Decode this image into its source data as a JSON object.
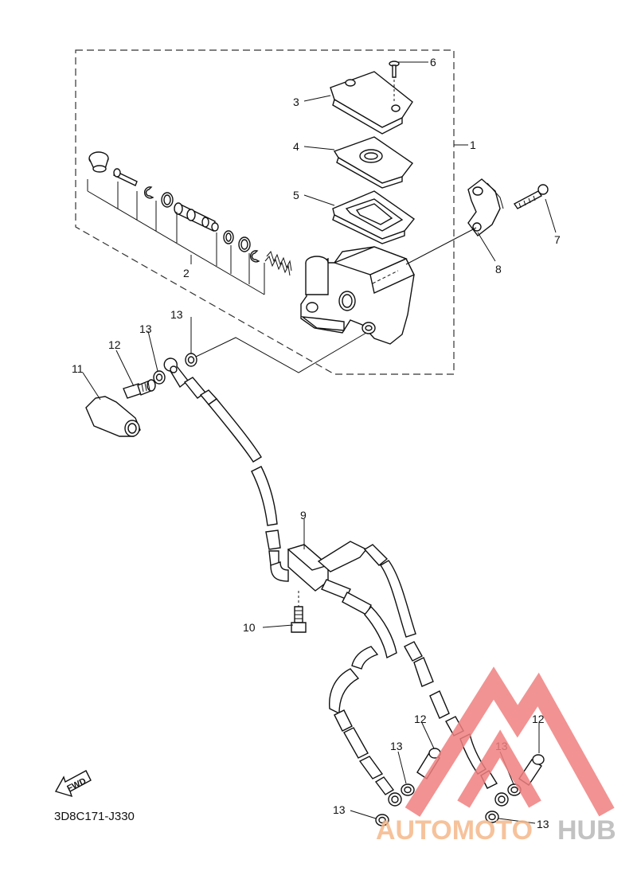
{
  "callouts": {
    "c1": "1",
    "c2": "2",
    "c3": "3",
    "c4": "4",
    "c5": "5",
    "c6": "6",
    "c7": "7",
    "c8": "8",
    "c9": "9",
    "c10": "10",
    "c11": "11",
    "c12a": "12",
    "c12b": "12",
    "c12c": "12",
    "c13a": "13",
    "c13b": "13",
    "c13c": "13",
    "c13d": "13",
    "c13e": "13",
    "c13f": "13"
  },
  "diagram_code": "3D8C171-J330",
  "fwd_label": "FWD",
  "watermark": {
    "text_auto": "AUTOMOTO",
    "text_hub": "HUB",
    "color_red": "#f08080",
    "color_orange": "#f5b88a",
    "color_gray": "#b8b8b8"
  }
}
